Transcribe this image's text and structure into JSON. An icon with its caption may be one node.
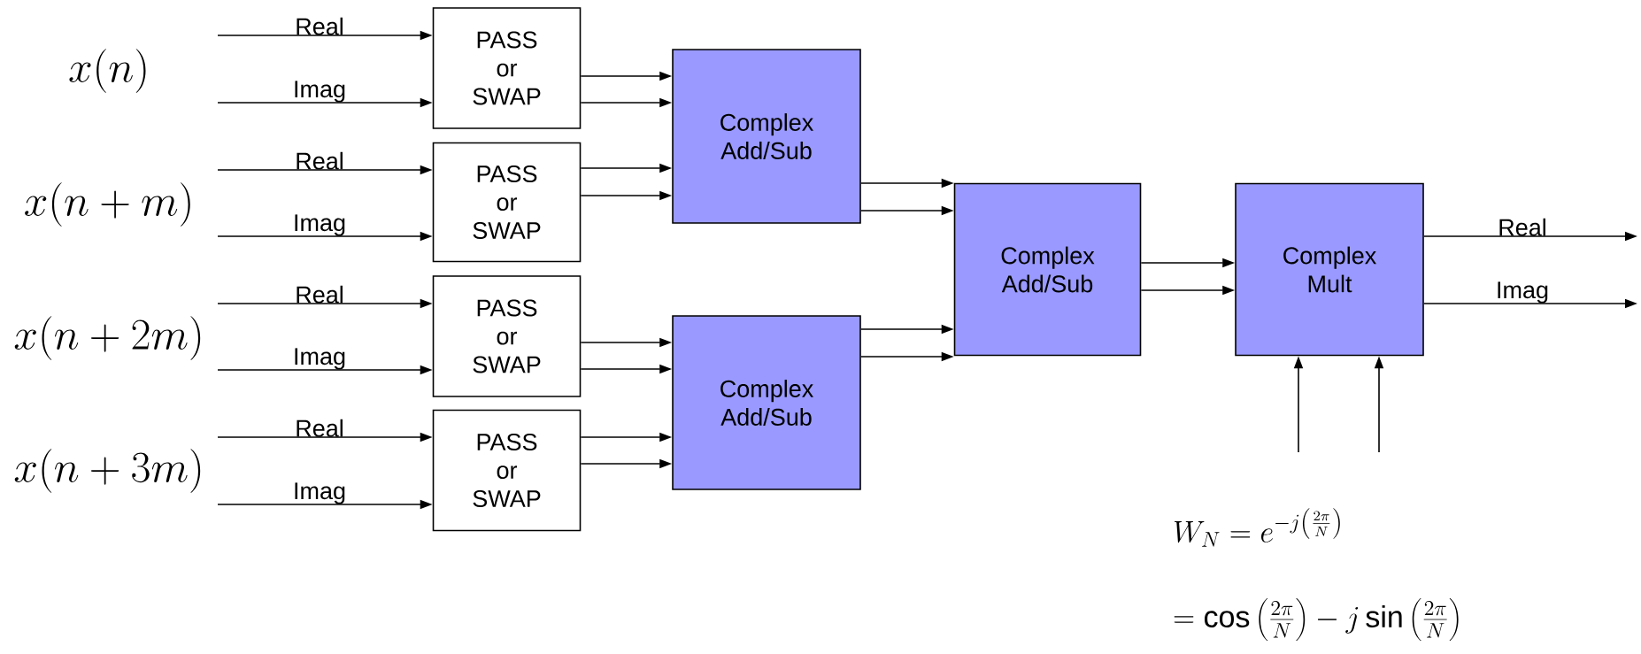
{
  "diagram": {
    "nodes": [
      {
        "text": [
          "PASS or SWAP"
        ]
      },
      {
        "text": [
          "PASS or SWAP"
        ]
      },
      {
        "text": [
          "PASS or SWAP"
        ]
      },
      {
        "text": [
          "PASS or SWAP"
        ]
      },
      {
        "text": [
          "Complex Add/Sub"
        ]
      },
      {
        "text": [
          "Complex Add/Sub"
        ]
      },
      {
        "text": [
          "Complex Add/Sub"
        ]
      },
      {
        "text": [
          "Complex Mult"
        ]
      }
    ],
    "edges": [
      {
        "from": null,
        "to": 0,
        "arrow": "to",
        "label": "Real"
      },
      {
        "from": null,
        "to": 0,
        "arrow": "to",
        "label": "Imag"
      },
      {
        "from": null,
        "to": 1,
        "arrow": "to",
        "label": "Real"
      },
      {
        "from": null,
        "to": 1,
        "arrow": "to",
        "label": "Imag"
      },
      {
        "from": null,
        "to": 2,
        "arrow": "to",
        "label": "Real"
      },
      {
        "from": null,
        "to": 2,
        "arrow": "to",
        "label": "Imag"
      },
      {
        "from": null,
        "to": 3,
        "arrow": "to",
        "label": "Real"
      },
      {
        "from": null,
        "to": 3,
        "arrow": "to",
        "label": "Imag"
      },
      {
        "from": 0,
        "to": 4,
        "arrow": "to"
      },
      {
        "from": 0,
        "to": 4,
        "arrow": "to"
      },
      {
        "from": 1,
        "to": 4,
        "arrow": "to"
      },
      {
        "from": 1,
        "to": 4,
        "arrow": "to"
      },
      {
        "from": 2,
        "to": 5,
        "arrow": "to"
      },
      {
        "from": 2,
        "to": 5,
        "arrow": "to"
      },
      {
        "from": 3,
        "to": 5,
        "arrow": "to"
      },
      {
        "from": 3,
        "to": 5,
        "arrow": "to"
      },
      {
        "from": 4,
        "to": 6,
        "arrow": "to"
      },
      {
        "from": 4,
        "to": 6,
        "arrow": "to"
      },
      {
        "from": 5,
        "to": 6,
        "arrow": "to"
      },
      {
        "from": 5,
        "to": 6,
        "arrow": "to"
      },
      {
        "from": 6,
        "to": 7,
        "arrow": "to"
      },
      {
        "from": 6,
        "to": 7,
        "arrow": "to"
      },
      {
        "from": 7,
        "to": null,
        "arrow": "to",
        "label": "Real"
      },
      {
        "from": 7,
        "to": null,
        "arrow": "to",
        "label": "Imag"
      },
      {
        "from": null,
        "to": 7,
        "arrow": "to"
      },
      {
        "from": null,
        "to": 7,
        "arrow": "to"
      }
    ],
    "labels": [
      "x(n)",
      "x(n+m)",
      "x(n+2m)",
      "x(n+3m)",
      "W_N = e^{-j\\left(\\frac{2\\pi}{N}\\right)}",
      "= \\cos\\left(\\frac{2\\pi}{N}\\right) - j\\sin\\left(\\frac{2\\pi}{N}\\right)"
    ]
  }
}
